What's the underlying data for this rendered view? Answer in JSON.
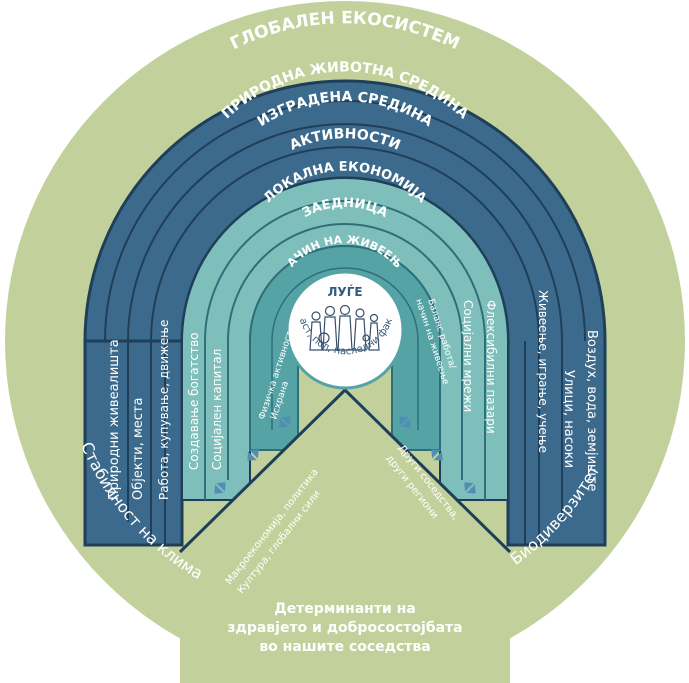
{
  "diagram": {
    "outer_title": "ГЛОБАЛЕН ЕКОСИСТЕМ",
    "left_outer": "Стабилност на клима",
    "right_outer": "Биодиверзитет",
    "bottom_caption": [
      "Детерминанти на",
      "здравјето и добросостојбата",
      "во нашите соседства"
    ],
    "arc_titles": [
      "ПРИРОДНА ЖИВОТНА СРЕДИНА",
      "ИЗГРАДЕНА СРЕДИНА",
      "АКТИВНОСТИ",
      "ЛОКАЛНА ЕКОНОМИЈА",
      "ЗАЕДНИЦА",
      "НАЧИН НА ЖИВЕЕЊЕ"
    ],
    "center_title": "ЛУЃЕ",
    "center_subtitle": "Возраст, пол, наследни фактори",
    "left_labels": [
      "Природни живеалишта",
      "Објекти, места",
      "Работа, купување, движење",
      "Создавање богатство",
      "Социјален капитал",
      "Физичка активност",
      "Исхрана"
    ],
    "right_labels": [
      "Воздух, вода, земјиште",
      "Улици, насоки",
      "Живеење, играње, учење",
      "Флексибилни пазари",
      "Социјални мрежи",
      "Баланс работа/",
      "начин на живеење"
    ],
    "left_gap_labels": [
      "Макроекономија, политика",
      "Култура, глобални сили"
    ],
    "right_gap_labels": [
      "Други соседства,",
      "други региони"
    ],
    "colors": {
      "outer": "#c2d19b",
      "band_dark": "#3c6a8c",
      "band_light": "#7fbfbb",
      "core_teal": "#56a3a6",
      "edge": "#1f3f58",
      "center": "#ffffff",
      "arrow": "#4f8fb5"
    },
    "icons": [
      "people-group-icon",
      "double-arrow-icon"
    ]
  }
}
